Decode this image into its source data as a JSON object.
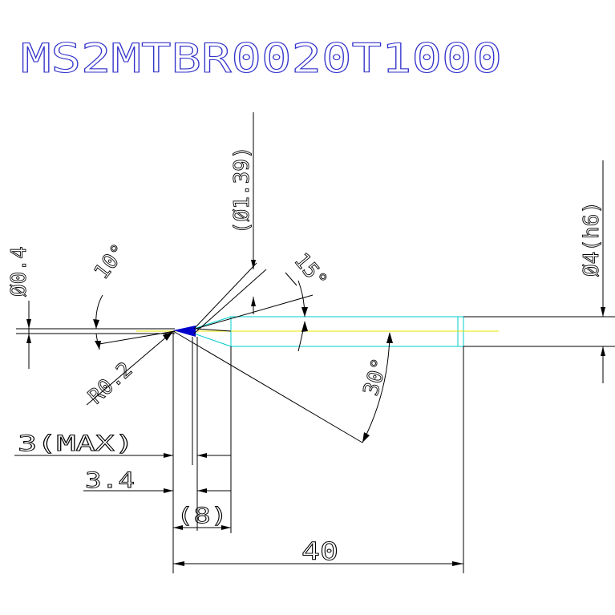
{
  "title": "MS2MTBR0020T1000",
  "colors": {
    "title": "#3333cc",
    "outline": "#00cccc",
    "centerline": "#e6e600",
    "tip": "#0000cc",
    "dimension": "#000000"
  },
  "dimensions": {
    "tip_diameter": "Ø0.4",
    "tip_angle": "10°",
    "corner_radius": "R0.2",
    "neck_diameter": "(Ø1.39)",
    "neck_angle": "15°",
    "shank_diameter": "Ø4(h6)",
    "taper_angle": "30°",
    "max_length": "3(MAX)",
    "effective_length": "3.4",
    "neck_length": "(8)",
    "overall_length": "40"
  }
}
